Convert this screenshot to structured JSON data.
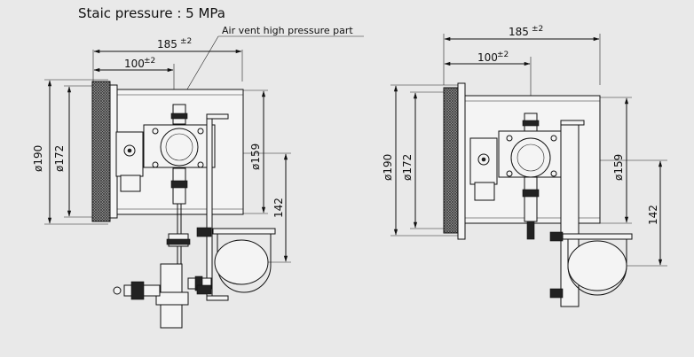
{
  "header": {
    "title": "Staic pressure : 5 MPa"
  },
  "callout": {
    "label": "Air vent high pressure part"
  },
  "views": [
    {
      "id": "left",
      "dims": {
        "overall_length": "185",
        "overall_length_tol": "±2",
        "body_length": "100",
        "body_length_tol": "±2",
        "dia_outer": "ø190",
        "dia_inner": "ø172",
        "dia_body": "ø159",
        "mount_height": "142"
      }
    },
    {
      "id": "right",
      "dims": {
        "overall_length": "185",
        "overall_length_tol": "±2",
        "body_length": "100",
        "body_length_tol": "±2",
        "dia_outer": "ø190",
        "dia_inner": "ø172",
        "dia_body": "ø159",
        "mount_height": "142"
      }
    }
  ]
}
